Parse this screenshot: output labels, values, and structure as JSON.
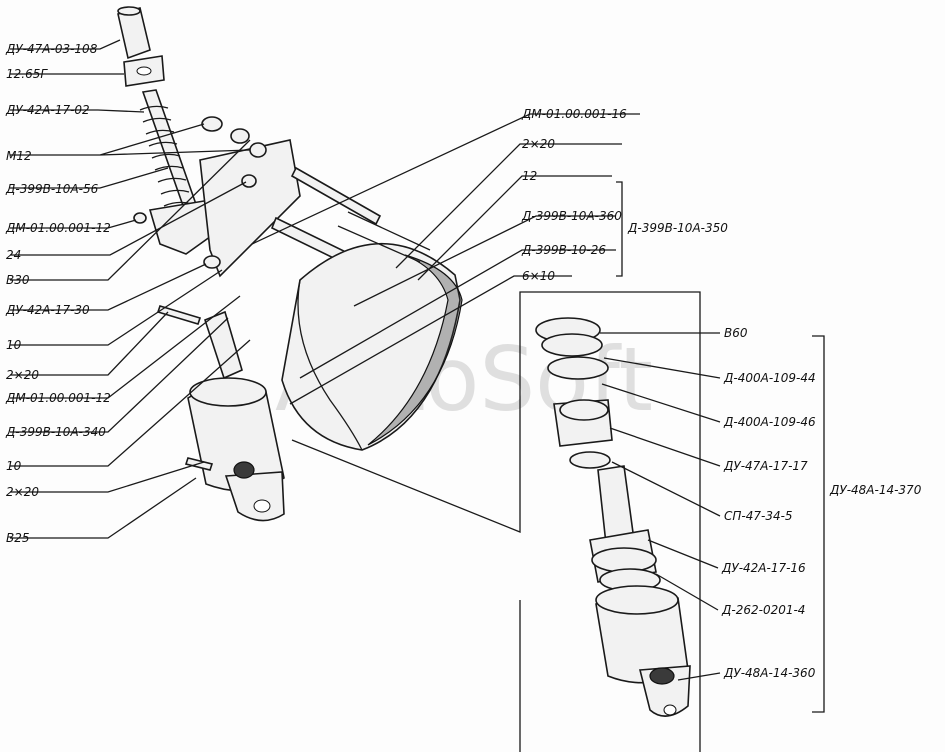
{
  "watermark": "AutoSoft",
  "labels_left": [
    "ДУ-47А-03-108",
    "12.65Г",
    "ДУ-42А-17-02",
    "M12",
    "Д-399В-10А-56",
    "ДМ-01.00.001-12",
    "24",
    "В30",
    "ДУ-42А-17-30",
    "10",
    "2×20",
    "ДМ-01.00.001-12",
    "Д-399В-10А-340",
    "10",
    "2×20",
    "В25"
  ],
  "labels_top": [
    "ДМ-01.00.001-16",
    "2×20",
    "12",
    "Д-399В-10А-360",
    "Д-399В-10-26",
    "6×10"
  ],
  "group_top": "Д-399В-10А-350",
  "labels_right": [
    "В60",
    "Д-400А-109-44",
    "Д-400А-109-46",
    "ДУ-47А-17-17",
    "СП-47-34-5",
    "ДУ-42А-17-16",
    "Д-262-0201-4",
    "ДУ-48А-14-360"
  ],
  "group_right": "ДУ-48А-14-370"
}
